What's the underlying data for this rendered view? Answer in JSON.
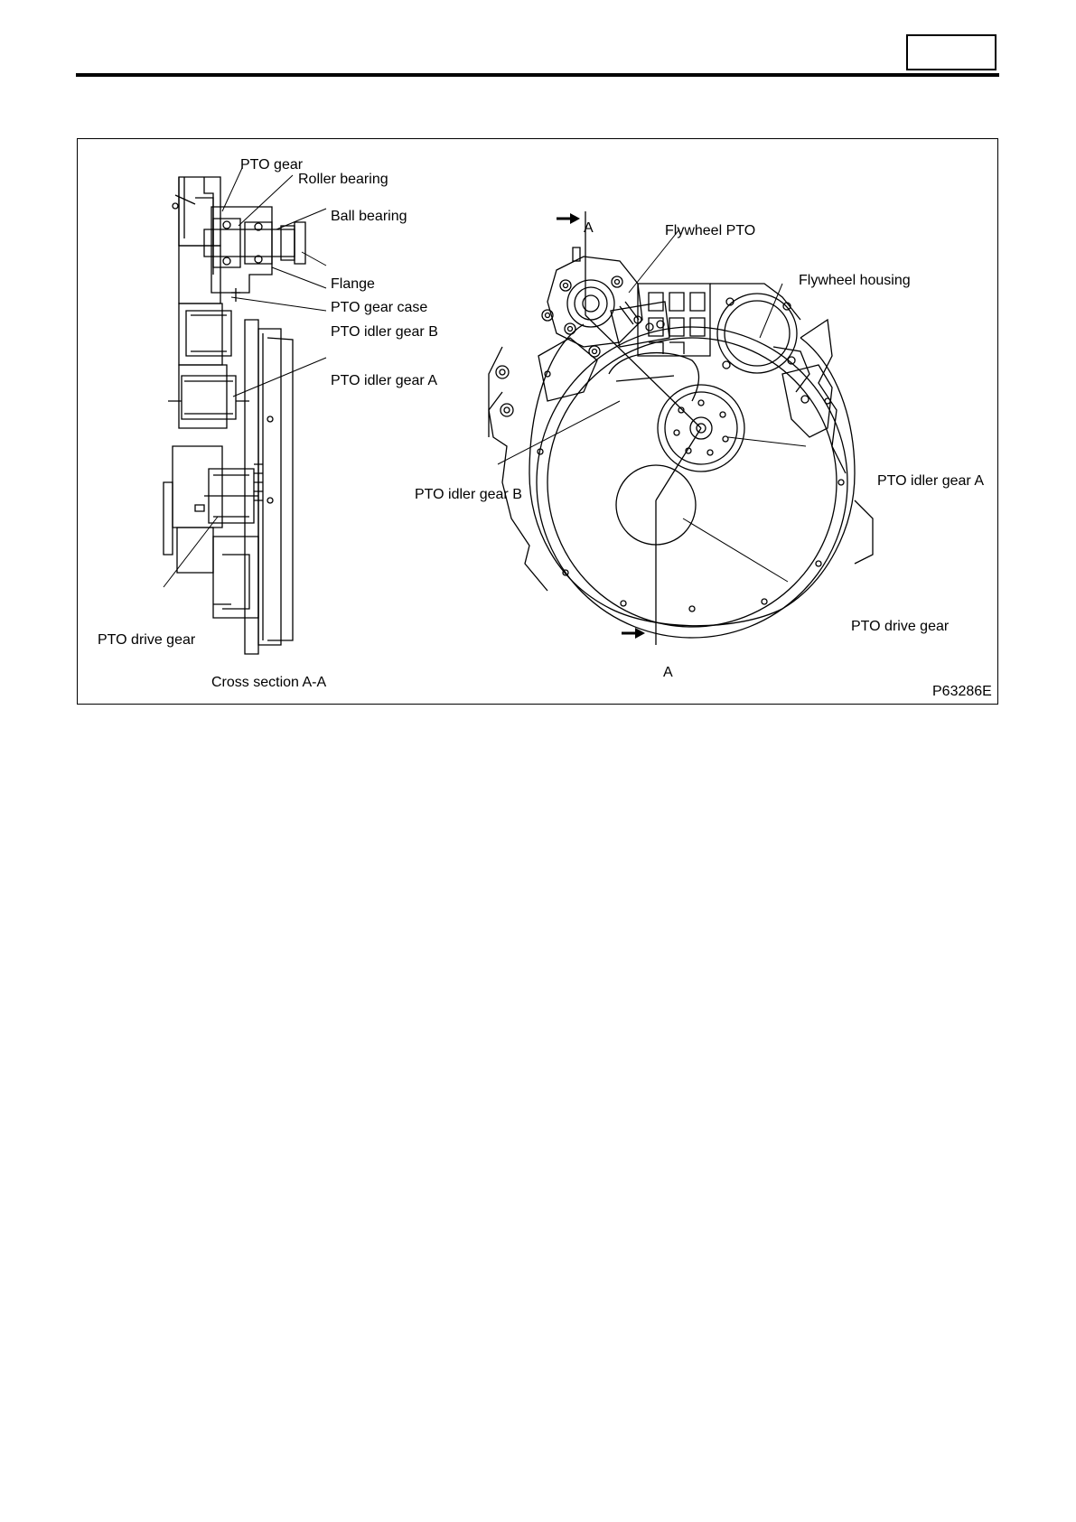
{
  "figure": {
    "labels": {
      "pto_gear": "PTO gear",
      "roller_bearing": "Roller bearing",
      "ball_bearing": "Ball bearing",
      "flange": "Flange",
      "pto_gear_case": "PTO gear case",
      "pto_idler_gear_b_left": "PTO idler gear B",
      "pto_idler_gear_a_left": "PTO idler gear A",
      "pto_drive_gear_left": "PTO drive gear",
      "cross_section_caption": "Cross section A-A",
      "section_mark_top": "A",
      "section_mark_bottom": "A",
      "flywheel_pto": "Flywheel PTO",
      "flywheel_housing": "Flywheel housing",
      "pto_idler_gear_b_right": "PTO idler gear B",
      "pto_idler_gear_a_right": "PTO idler gear A",
      "pto_drive_gear_right": "PTO drive gear",
      "figure_id": "P63286E"
    }
  }
}
